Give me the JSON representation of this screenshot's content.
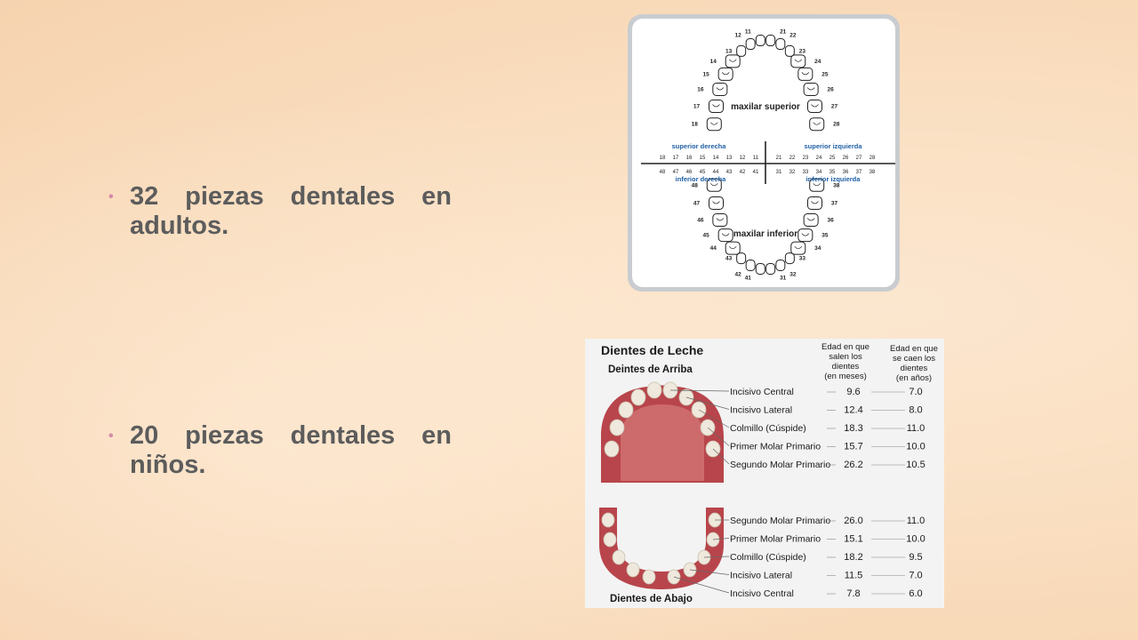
{
  "bullets": [
    {
      "text": "32 piezas dentales en adultos."
    },
    {
      "text": "20 piezas dentales en niños."
    }
  ],
  "adult_chart": {
    "upper_label": "maxilar superior",
    "lower_label": "maxilar inferior",
    "q_upper_right": "superior derecha",
    "q_upper_left": "superior izquierda",
    "q_lower_right": "inferior derecha",
    "q_lower_left": "inferior izquierda",
    "upper_numbers": [
      "18",
      "17",
      "16",
      "15",
      "14",
      "13",
      "12",
      "11",
      "21",
      "22",
      "23",
      "24",
      "25",
      "26",
      "27",
      "28"
    ],
    "lower_numbers": [
      "48",
      "47",
      "46",
      "45",
      "44",
      "43",
      "42",
      "41",
      "31",
      "32",
      "33",
      "34",
      "35",
      "36",
      "37",
      "38"
    ],
    "arch_upper_left": [
      "11",
      "12",
      "13",
      "14",
      "15",
      "16",
      "17",
      "18"
    ],
    "arch_upper_right": [
      "21",
      "22",
      "23",
      "24",
      "25",
      "26",
      "27",
      "28"
    ],
    "arch_lower_left": [
      "41",
      "42",
      "43",
      "44",
      "45",
      "46",
      "47",
      "48"
    ],
    "arch_lower_right": [
      "31",
      "32",
      "33",
      "34",
      "35",
      "36",
      "37",
      "38"
    ],
    "accent_color": "#1f5fa6"
  },
  "kids_chart": {
    "title": "Dientes de Leche",
    "upper_title": "Deintes de Arriba",
    "lower_title": "Dientes de Abajo",
    "col_months_header": [
      "Edad en que",
      "salen los",
      "dientes",
      "(en meses)"
    ],
    "col_years_header": [
      "Edad en que",
      "se caen los",
      "dientes",
      "(en años)"
    ],
    "upper_rows": [
      {
        "name": "Incisivo Central",
        "months": "9.6",
        "years": "7.0"
      },
      {
        "name": "Incisivo Lateral",
        "months": "12.4",
        "years": "8.0"
      },
      {
        "name": "Colmillo (Cúspide)",
        "months": "18.3",
        "years": "11.0"
      },
      {
        "name": "Primer Molar Primario",
        "months": "15.7",
        "years": "10.0"
      },
      {
        "name": "Segundo Molar Primario",
        "months": "26.2",
        "years": "10.5"
      }
    ],
    "lower_rows": [
      {
        "name": "Segundo Molar Primario",
        "months": "26.0",
        "years": "11.0"
      },
      {
        "name": "Primer Molar Primario",
        "months": "15.1",
        "years": "10.0"
      },
      {
        "name": "Colmillo (Cúspide)",
        "months": "18.2",
        "years": "9.5"
      },
      {
        "name": "Incisivo Lateral",
        "months": "11.5",
        "years": "7.0"
      },
      {
        "name": "Incisivo Central",
        "months": "7.8",
        "years": "6.0"
      }
    ],
    "gum_color": "#b8454b"
  }
}
